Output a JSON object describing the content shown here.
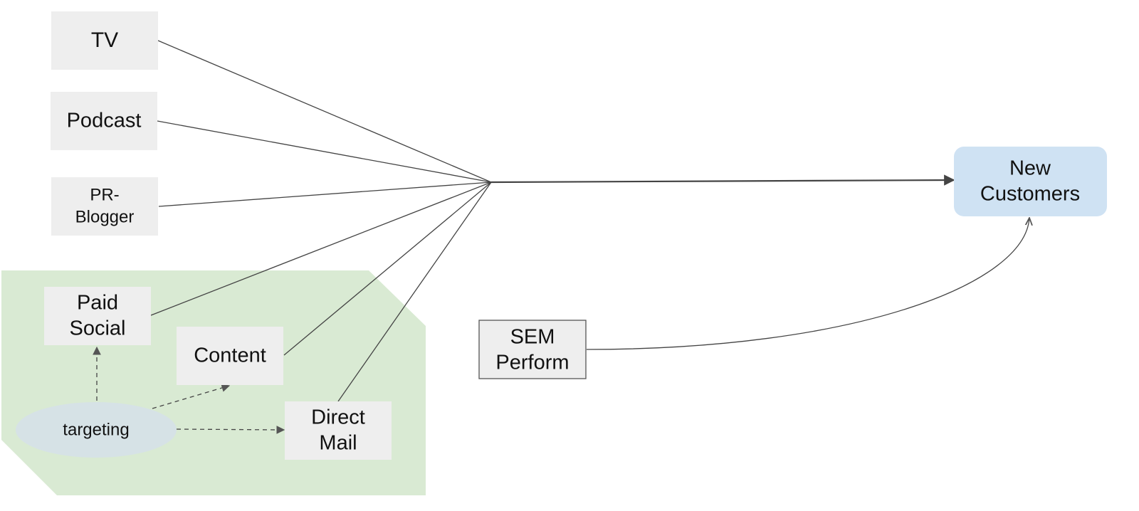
{
  "diagram": {
    "nodes": {
      "tv": {
        "label": "TV"
      },
      "podcast": {
        "label": "Podcast"
      },
      "pr_blogger": {
        "line1": "PR-",
        "line2": "Blogger"
      },
      "paid_social": {
        "line1": "Paid",
        "line2": "Social"
      },
      "content": {
        "label": "Content"
      },
      "direct_mail": {
        "line1": "Direct",
        "line2": "Mail"
      },
      "targeting": {
        "label": "targeting"
      },
      "sem": {
        "line1": "SEM",
        "line2": "Perform"
      },
      "new_customers": {
        "line1": "New",
        "line2": "Customers"
      }
    },
    "colors": {
      "box_fill": "#eeeeee",
      "group_fill": "#d9ead3",
      "ellipse_fill": "#d6e2e6",
      "target_fill": "#cfe2f3",
      "edge": "#444444"
    }
  }
}
